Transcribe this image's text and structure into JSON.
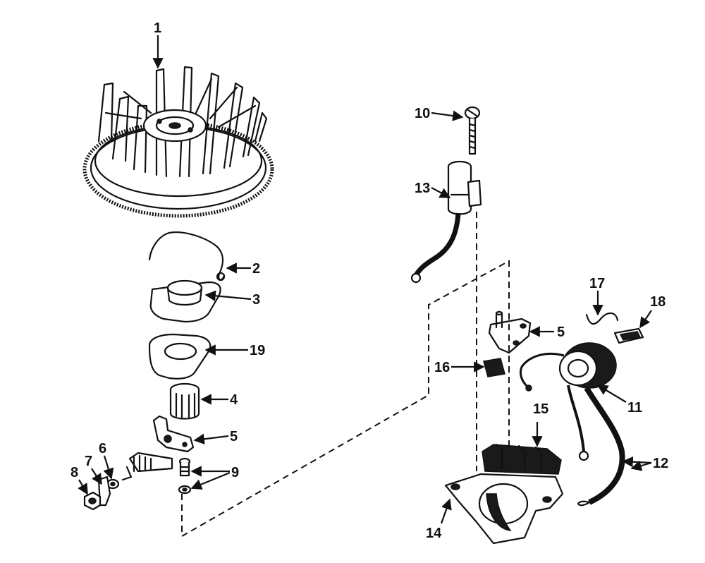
{
  "callouts": [
    {
      "id": "1",
      "text": "1"
    },
    {
      "id": "2",
      "text": "2"
    },
    {
      "id": "3",
      "text": "3"
    },
    {
      "id": "19",
      "text": "19"
    },
    {
      "id": "4",
      "text": "4"
    },
    {
      "id": "5a",
      "text": "5"
    },
    {
      "id": "6",
      "text": "6"
    },
    {
      "id": "7",
      "text": "7"
    },
    {
      "id": "8",
      "text": "8"
    },
    {
      "id": "9",
      "text": "9"
    },
    {
      "id": "10",
      "text": "10"
    },
    {
      "id": "13",
      "text": "13"
    },
    {
      "id": "17",
      "text": "17"
    },
    {
      "id": "18",
      "text": "18"
    },
    {
      "id": "5b",
      "text": "5"
    },
    {
      "id": "16",
      "text": "16"
    },
    {
      "id": "11",
      "text": "11"
    },
    {
      "id": "15",
      "text": "15"
    },
    {
      "id": "12",
      "text": "12"
    },
    {
      "id": "14",
      "text": "14"
    }
  ]
}
